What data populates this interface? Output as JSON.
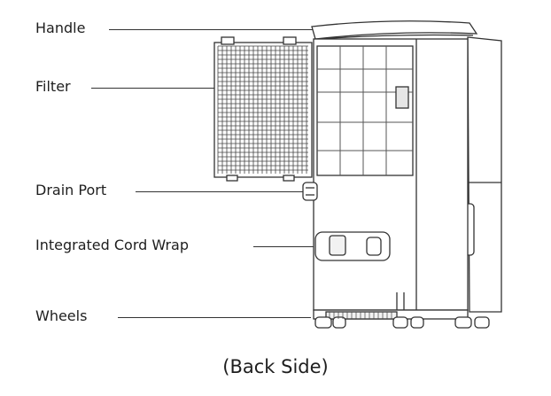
{
  "callouts": {
    "handle": "Handle",
    "filter": "Filter",
    "drain_port": "Drain Port",
    "cord_wrap": "Integrated Cord Wrap",
    "wheels": "Wheels"
  },
  "caption": "(Back Side)",
  "colors": {
    "line": "#333333",
    "fill": "#ffffff",
    "tint": "#f2f2f2"
  }
}
